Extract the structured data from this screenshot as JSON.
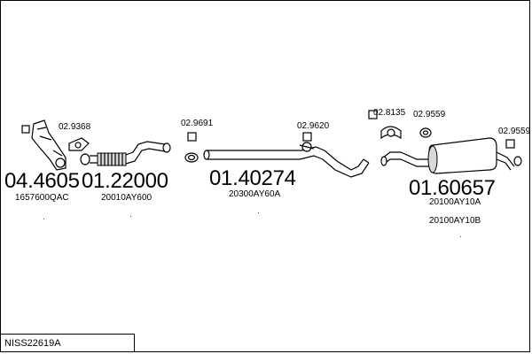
{
  "main_parts": {
    "catalytic_converter": {
      "number": "04.4605",
      "oem": "1657600QAC"
    },
    "front_pipe": {
      "number": "01.22000",
      "oem": "20010AY600"
    },
    "middle_pipe": {
      "number": "01.40274",
      "oem": "20300AY60A"
    },
    "rear_silencer": {
      "number": "01.60657",
      "oem_1": "20100AY10A",
      "oem_2": "20100AY10B"
    }
  },
  "fittings": {
    "gasket_a": "02.9368",
    "ring_b": "02.9691",
    "clamp_c": "02.9620",
    "mount_d": "02.8135",
    "rubber_e": "02.9559",
    "rubber_f": "02.9559"
  },
  "caption": "NISS22619A"
}
